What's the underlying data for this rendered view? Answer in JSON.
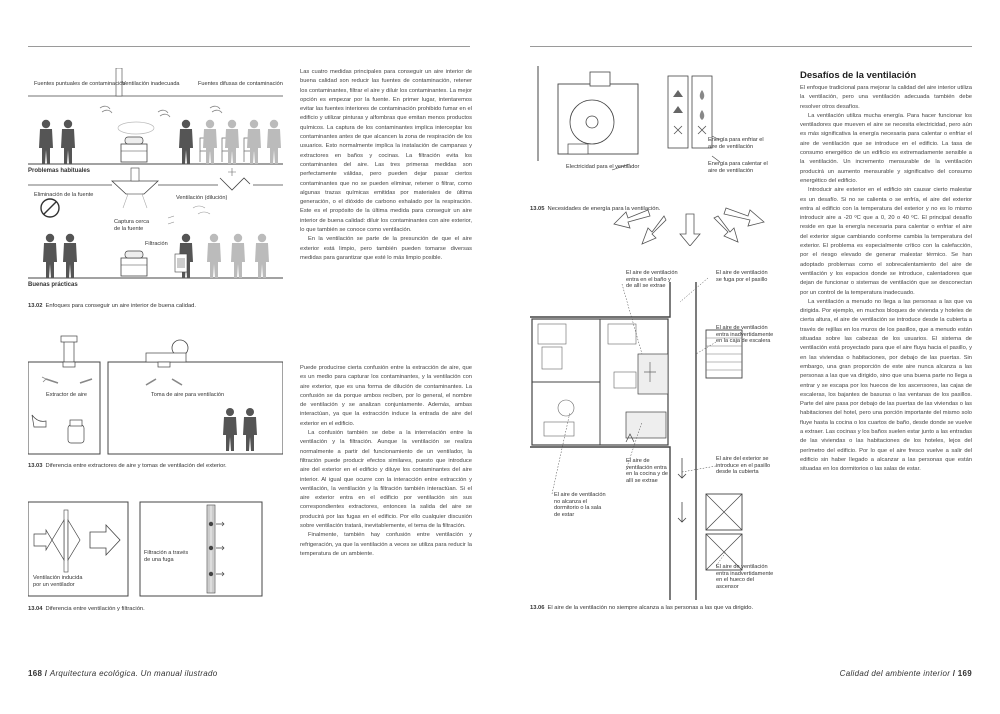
{
  "left_page": {
    "fig02": {
      "labels": {
        "pollutant_sources": "Fuentes puntuales de contaminación",
        "inadequate_ventilation": "Ventilación inadecuada",
        "diffuse_sources": "Fuentes difusas de contaminación",
        "common_problems": "Problemas habituales",
        "source_elimination": "Eliminación de la fuente",
        "capture_near_source": "Captura cerca de la fuente",
        "dilution_ventilation": "Ventilación (dilución)",
        "filtration": "Filtración",
        "good_practices": "Buenas prácticas"
      },
      "caption_num": "13.02",
      "caption": "Enfoques para conseguir un aire interior de buena calidad."
    },
    "fig03": {
      "labels": {
        "extractor": "Extractor de aire",
        "intake": "Toma de aire para ventilación"
      },
      "caption_num": "13.03",
      "caption": "Diferencia entre extractores de aire y tomas de ventilación del exterior."
    },
    "fig04": {
      "labels": {
        "induced": "Ventilación inducida por un ventilador",
        "leak": "Filtración a través de una fuga"
      },
      "caption_num": "13.04",
      "caption": "Diferencia entre ventilación y filtración."
    },
    "col1": [
      "Las cuatro medidas principales para conseguir un aire interior de buena calidad son reducir las fuentes de contaminación, retener los contaminantes, filtrar el aire y diluir los contaminantes. La mejor opción es empezar por la fuente. En primer lugar, intentaremos evitar las fuentes interiores de contaminación prohibido fumar en el edificio y utilizar pinturas y alfombras que emitan menos productos químicos. La captura de los contaminantes implica interceptar los contaminantes antes de que alcancen la zona de respiración de los usuarios. Esto normalmente implica la instalación de campanas y extractores en baños y cocinas. La filtración evita los contaminantes del aire. Las tres primeras medidas son perfectamente válidas, pero pueden dejar pasar ciertos contaminantes que no se pueden eliminar, retener o filtrar, como algunas trazas químicas emitidas por materiales de última generación, o el dióxido de carbono exhalado por la respiración. Este es el propósito de la última medida para conseguir un aire interior de buena calidad: diluir los contaminantes con aire exterior, lo que también se conoce como ventilación.",
      "En la ventilación se parte de la presunción de que el aire exterior está limpio, pero también pueden tomarse diversas medidas para garantizar que esté lo más limpio posible."
    ],
    "col2": [
      "Puede producirse cierta confusión entre la extracción de aire, que es un medio para capturar los contaminantes, y la ventilación con aire exterior, que es una forma de dilución de contaminantes. La confusión se da porque ambos reciben, por lo general, el nombre de ventilación y se analizan conjuntamente. Además, ambas interactúan, ya que la extracción induce la entrada de aire del exterior en el edificio.",
      "La confusión también se debe a la interrelación entre la ventilación y la filtración. Aunque la ventilación se realiza normalmente a partir del funcionamiento de un ventilador, la filtración puede producir efectos similares, puesto que introduce aire del exterior en el edificio y diluye los contaminantes del aire interior. Al igual que ocurre con la interacción entre extracción y ventilación, la ventilación y la filtración también interactúan. Si el aire exterior entra en el edificio por ventilación sin sus correspondientes extractores, entonces la salida del aire se producirá por las fugas en el edificio. Por ello cualquier discusión sobre ventilación tratará, inevitablemente, el tema de la filtración.",
      "Finalmente, también hay confusión entre ventilación y refrigeración, ya que la ventilación a veces se utiliza para reducir la temperatura de un ambiente."
    ],
    "folio_num": "168",
    "folio_title": "Arquitectura ecológica. Un manual ilustrado"
  },
  "right_page": {
    "fig05": {
      "labels": {
        "fan_electricity": "Electricidad para el ventilador",
        "cool_energy": "Energía para enfriar el aire de ventilación",
        "heat_energy": "Energía para calentar el aire de ventilación"
      },
      "caption_num": "13.05",
      "caption": "Necesidades de energía para la ventilación."
    },
    "fig06": {
      "labels": {
        "bath_extract": "El aire de ventilación entra en el baño y de allí se extrae",
        "corridor_leak": "El aire de ventilación se fuga por el pasillo",
        "stair_inadvertent": "El aire de ventilación entra inadvertidamente en la caja de escalera",
        "kitchen_extract": "El aire de ventilación entra en la cocina y de allí se extrae",
        "corridor_intro": "El aire del exterior se introduce en el pasillo desde la cubierta",
        "not_bedroom": "El aire de ventilación no alcanza el dormitorio o la sala de estar",
        "elevator_inadvertent": "El aire de ventilación entra inadvertidamente en el hueco del ascensor"
      },
      "caption_num": "13.06",
      "caption": "El aire de la ventilación no siempre alcanza a las personas a las que va dirigido."
    },
    "heading": "Desafíos de la ventilación",
    "col": [
      "El enfoque tradicional para mejorar la calidad del aire interior utiliza la ventilación, pero una ventilación adecuada también debe resolver otros desafíos.",
      "La ventilación utiliza mucha energía. Para hacer funcionar los ventiladores que mueven el aire se necesita electricidad, pero aún es más significativa la energía necesaria para calentar o enfriar el aire de ventilación que se introduce en el edificio. La tasa de consumo energético de un edificio es extremadamente sensible a la ventilación. Un incremento mensurable de la ventilación producirá un aumento mensurable y significativo del consumo energético del edificio.",
      "Introducir aire exterior en el edificio sin causar cierto malestar es un desafío. Si no se calienta o se enfría, el aire del exterior entra al edificio con la temperatura del exterior y no es lo mismo introducir aire a -20 ºC que a 0, 20 o 40 ºC. El principal desafío reside en que la energía necesaria para calentar o enfriar el aire del exterior sigue cambiando conforme cambia la temperatura del exterior. El problema es especialmente crítico con la calefacción, por el riesgo elevado de generar malestar térmico. Se han adoptado problemas como el sobrecalentamiento del aire de ventilación y los espacios donde se introduce, calentadores que dejan de funcionar o sistemas de ventilación que se desconectan por un control de la temperatura inadecuado.",
      "La ventilación a menudo no llega a las personas a las que va dirigida. Por ejemplo, en muchos bloques de vivienda y hoteles de cierta altura, el aire de ventilación se introduce desde la cubierta a través de rejillas en los muros de los pasillos, que a menudo están situadas sobre las cabezas de los usuarios. El sistema de ventilación está proyectado para que el aire fluya hacia el pasillo, y en las viviendas o habitaciones, por debajo de las puertas. Sin embargo, una gran proporción de este aire nunca alcanza a las personas a las que va dirigido, sino que una buena parte no llega a entrar y se escapa por los huecos de los ascensores, las cajas de escaleras, los bajantes de basuras o las ventanas de los pasillos. Parte del aire pasa por debajo de las puertas de las viviendas o las habitaciones del hotel, pero una porción importante del mismo solo fluye hasta la cocina o los cuartos de baño, desde donde se vuelve a extraer. Las cocinas y los baños suelen estar junto a las entradas de las viviendas o las habitaciones de los hoteles, lejos del perímetro del edificio. Por lo que el aire fresco vuelve a salir del edificio sin haber llegado a alcanzar a las personas que están situadas en los dormitorios o las salas de estar."
    ],
    "folio_num": "169",
    "folio_title": "Calidad del ambiente interior"
  }
}
